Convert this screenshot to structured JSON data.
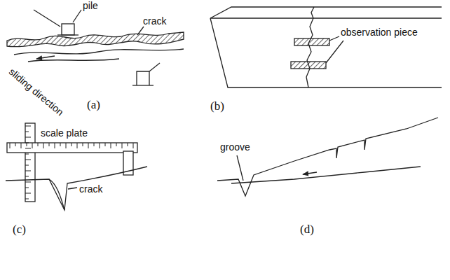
{
  "diagram": {
    "labels": [
      "pile",
      "crack",
      "sliding direction",
      "(a)",
      "observation piece",
      "(b)",
      "scale plate",
      "crack",
      "(c)",
      "groove",
      "(d)"
    ]
  }
}
